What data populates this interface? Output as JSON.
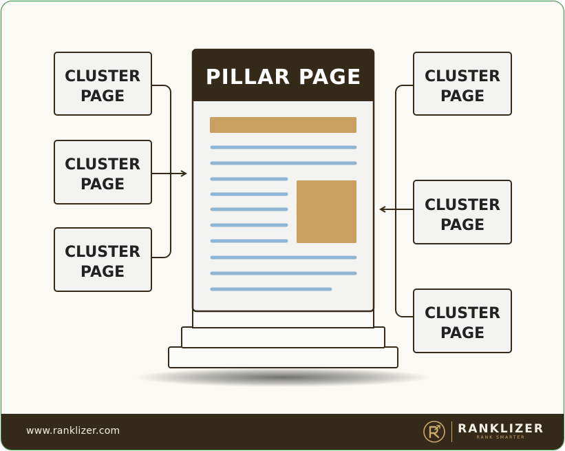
{
  "diagram": {
    "pillar": {
      "title": "PILLAR PAGE"
    },
    "clusters_left": [
      {
        "line1": "CLUSTER",
        "line2": "PAGE"
      },
      {
        "line1": "CLUSTER",
        "line2": "PAGE"
      },
      {
        "line1": "CLUSTER",
        "line2": "PAGE"
      }
    ],
    "clusters_right": [
      {
        "line1": "CLUSTER",
        "line2": "PAGE"
      },
      {
        "line1": "CLUSTER",
        "line2": "PAGE"
      },
      {
        "line1": "CLUSTER",
        "line2": "PAGE"
      }
    ]
  },
  "footer": {
    "url": "www.ranklizer.com",
    "brand_name": "RANKLIZER",
    "brand_tagline": "RANK SMARTER"
  },
  "colors": {
    "dark_brown": "#352a1a",
    "gold": "#c9a060",
    "blue_line": "#8fb6d2",
    "frame_green": "#2f8a3a"
  }
}
